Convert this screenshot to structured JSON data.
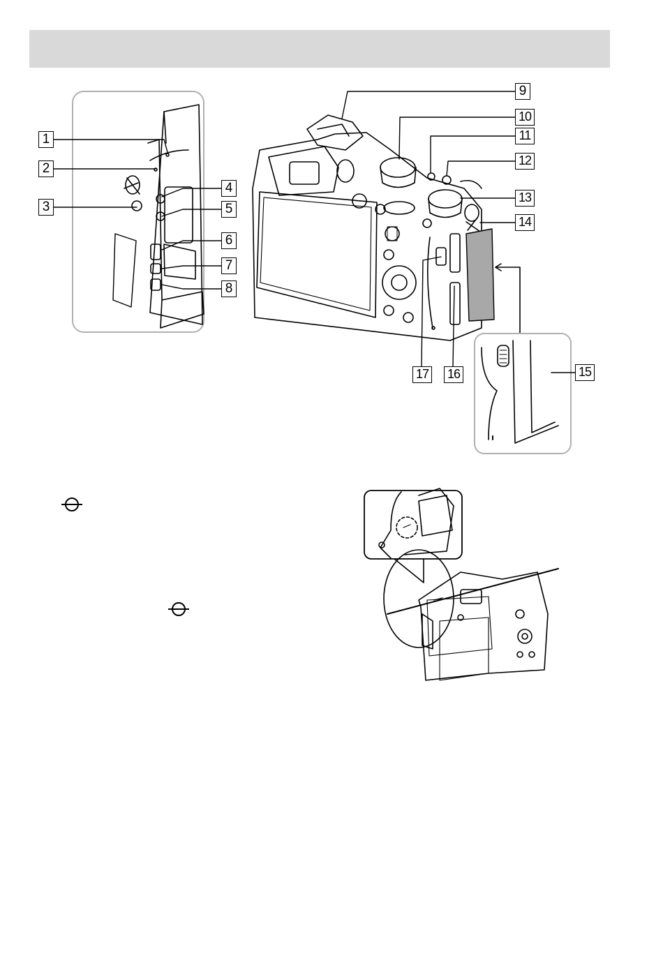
{
  "page": {
    "header_text": ""
  },
  "callouts": {
    "c1": "1",
    "c2": "2",
    "c3": "3",
    "c4": "4",
    "c5": "5",
    "c6": "6",
    "c7": "7",
    "c8": "8",
    "c9": "9",
    "c10": "10",
    "c11": "11",
    "c12": "12",
    "c13": "13",
    "c14": "14",
    "c15": "15",
    "c16": "16",
    "c17": "17"
  },
  "icons": {
    "image_plane_mark": "image-plane-mark-icon"
  },
  "colors": {
    "header_band": "#d9d9d9",
    "line": "#000000",
    "frame": "#b0b0b0"
  }
}
